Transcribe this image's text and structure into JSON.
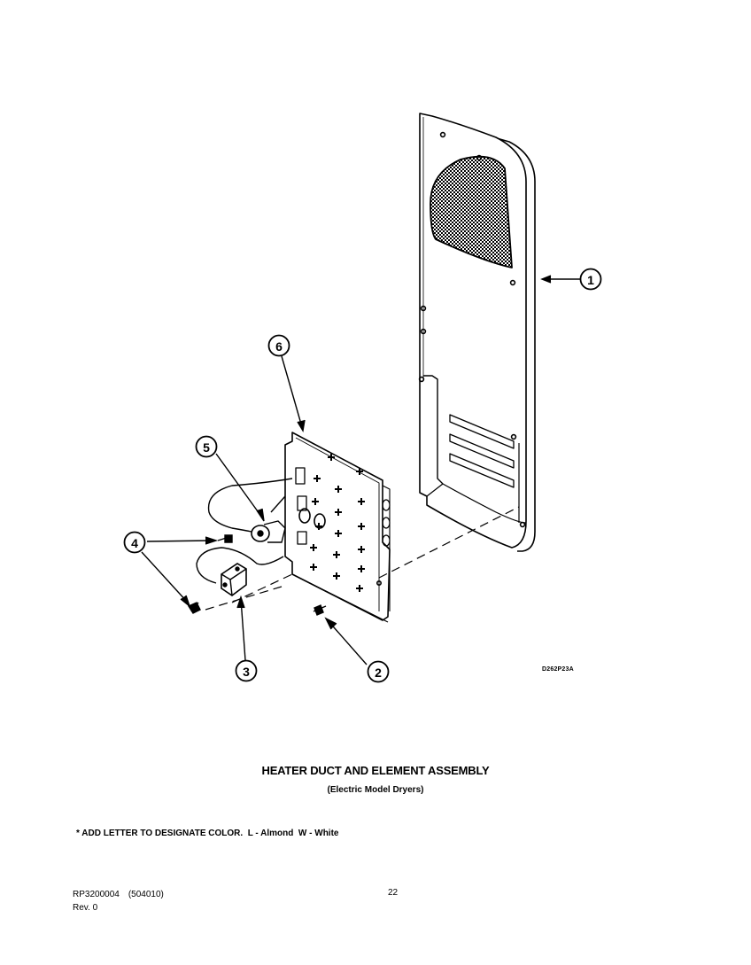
{
  "diagram": {
    "callouts": [
      "1",
      "2",
      "3",
      "4",
      "5",
      "6"
    ],
    "drawing_code": "D262P23A"
  },
  "caption": {
    "title": "HEATER DUCT AND ELEMENT ASSEMBLY",
    "subtitle": "(Electric Model Dryers)",
    "note": "* ADD LETTER TO DESIGNATE COLOR.  L - Almond  W - White"
  },
  "footer": {
    "part_number": "RP3200004",
    "code": "(504010)",
    "revision": "Rev. 0",
    "page": "22"
  }
}
